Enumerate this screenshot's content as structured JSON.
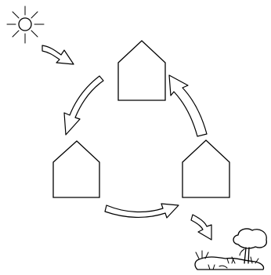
{
  "diagram": {
    "type": "cycle",
    "nodes": [
      {
        "id": "top",
        "shape": "house"
      },
      {
        "id": "left",
        "shape": "house"
      },
      {
        "id": "right",
        "shape": "house"
      }
    ],
    "edges": [
      {
        "from": "top",
        "to": "left"
      },
      {
        "from": "left",
        "to": "right"
      },
      {
        "from": "right",
        "to": "top"
      }
    ],
    "input": {
      "icon": "sun-icon",
      "to": "top"
    },
    "output": {
      "icon": "landscape-tree-icon",
      "from": "right"
    },
    "colors": {
      "stroke": "#000000",
      "fill": "#ffffff",
      "background": "#ffffff"
    }
  }
}
